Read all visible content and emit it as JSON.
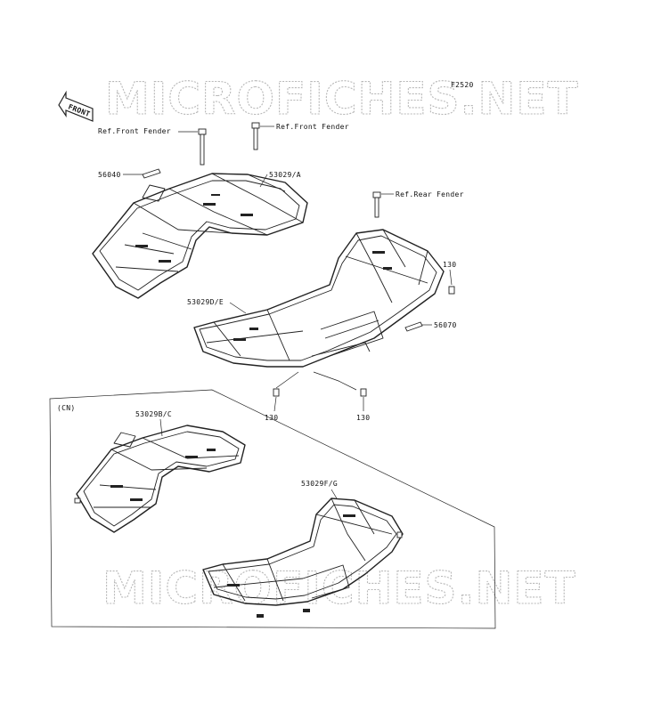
{
  "watermark": {
    "top": "MICROFICHES.NET",
    "bottom": "MICROFICHES.NET"
  },
  "figure_code": "F2520",
  "front_arrow_label": "FRONT",
  "callouts": {
    "ref_front_fender_left": "Ref.Front Fender",
    "ref_front_fender_right": "Ref.Front Fender",
    "ref_rear_fender": "Ref.Rear Fender",
    "part_56040": "56040",
    "part_53029A": "53029/A",
    "part_53029DE": "53029D/E",
    "part_56070": "56070",
    "part_130_right": "130",
    "part_130_bottom_left": "130",
    "part_130_bottom_right": "130",
    "cn_box_label": "(CN)",
    "part_53029BC": "53029B/C",
    "part_53029FG": "53029F/G"
  }
}
